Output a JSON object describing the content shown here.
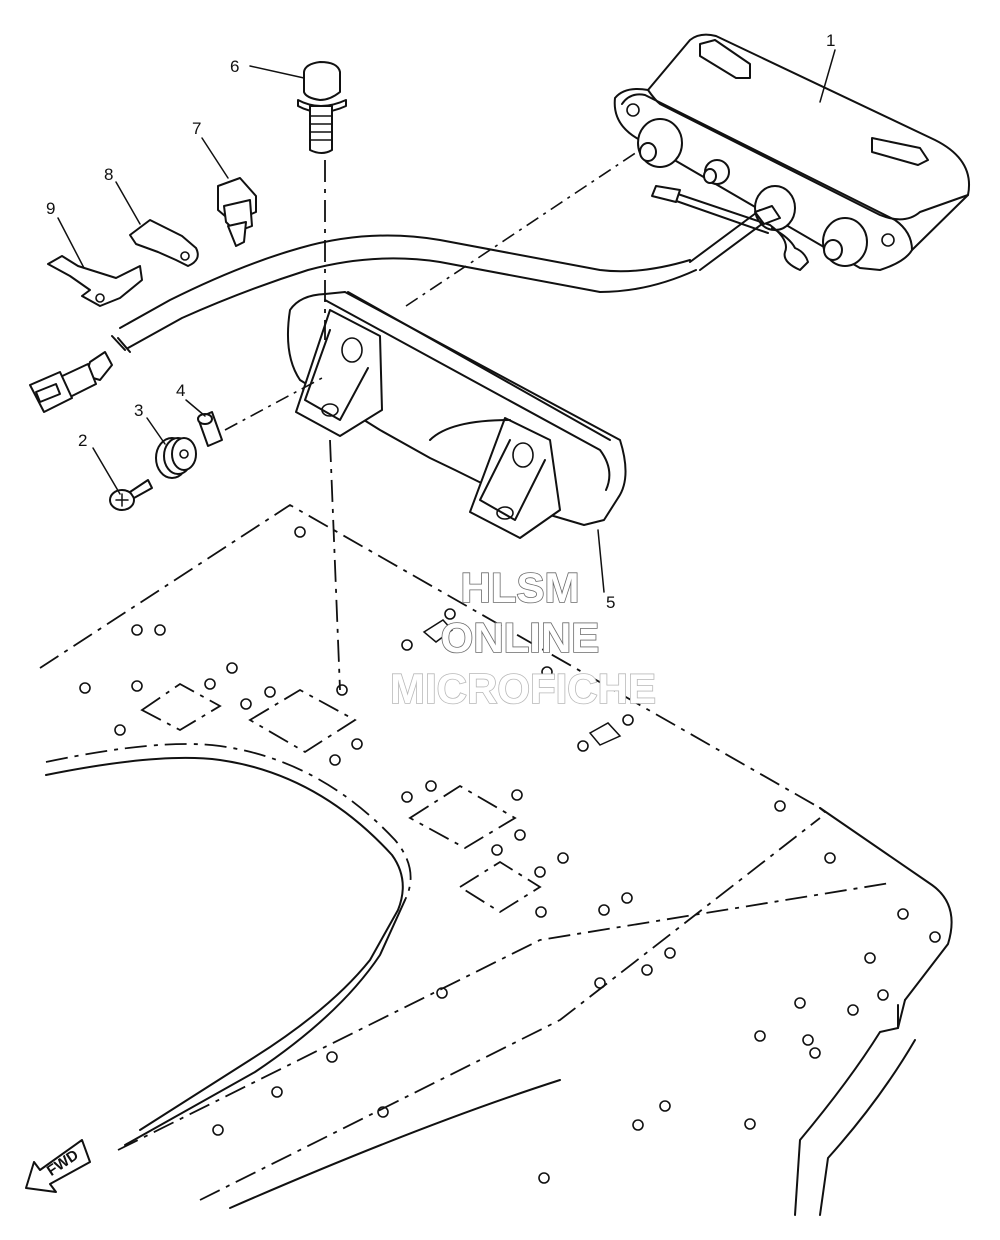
{
  "callouts": [
    {
      "id": "1",
      "text": "1"
    },
    {
      "id": "2",
      "text": "2"
    },
    {
      "id": "3",
      "text": "3"
    },
    {
      "id": "4",
      "text": "4"
    },
    {
      "id": "5",
      "text": "5"
    },
    {
      "id": "6",
      "text": "6"
    },
    {
      "id": "7",
      "text": "7"
    },
    {
      "id": "8",
      "text": "8"
    },
    {
      "id": "9",
      "text": "9"
    }
  ],
  "watermark": {
    "line1": "HLSM",
    "line2": "ONLINE",
    "line3": "MICROFICHE"
  },
  "direction_marker": {
    "label": "FWD",
    "icon": "forward-arrow-icon"
  }
}
